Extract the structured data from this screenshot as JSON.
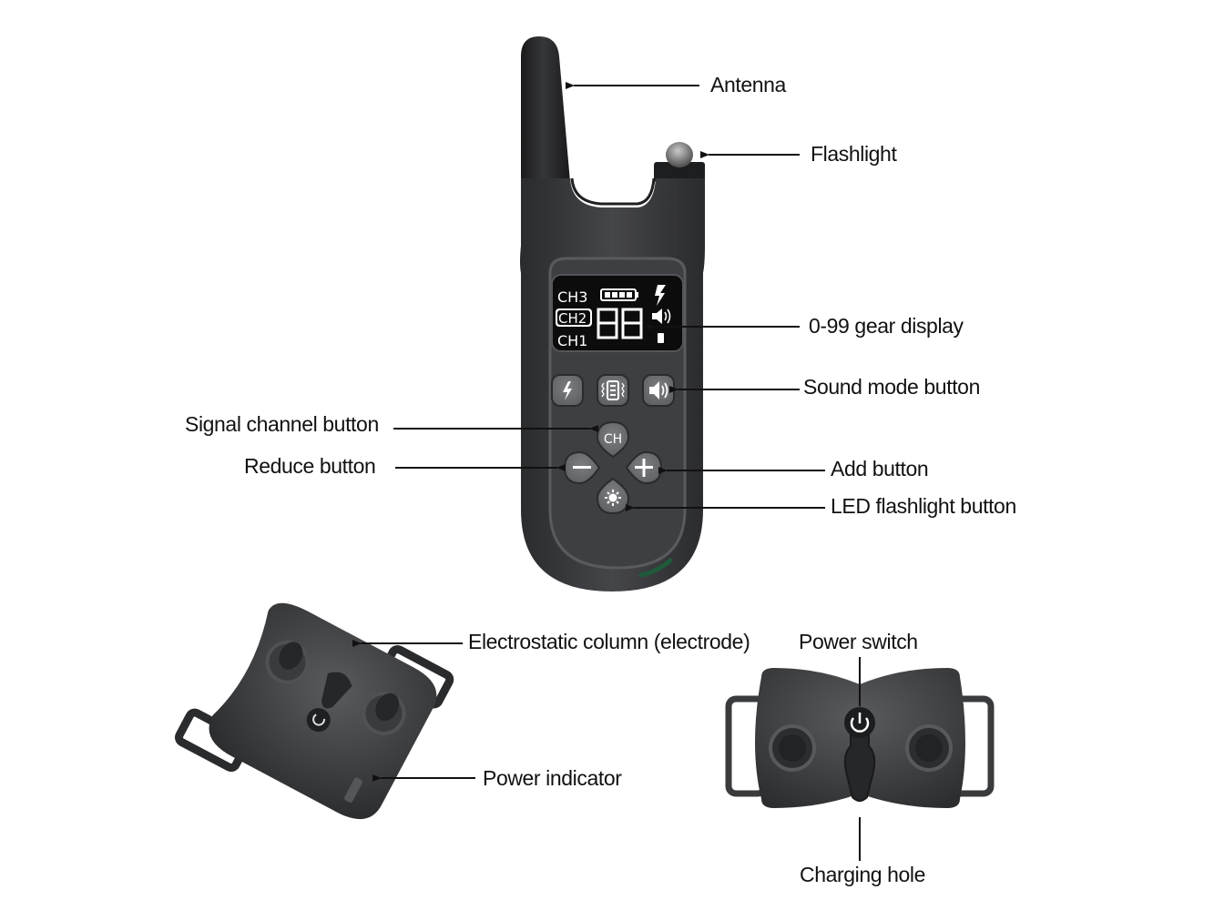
{
  "diagram": {
    "subject": "Dog training collar remote transmitter and receiver",
    "remote": {
      "screen": {
        "channels": [
          "CH3",
          "CH2",
          "CH1"
        ],
        "selected_channel": "CH2",
        "digits": "88",
        "mode_icons": [
          "shock-icon",
          "sound-icon",
          "vibration-icon"
        ],
        "battery_icon": "battery-full-icon"
      },
      "buttons": {
        "mode_row": [
          "shock-mode-button",
          "vibration-mode-button",
          "sound-mode-button"
        ],
        "ch_label": "CH"
      }
    },
    "labels": {
      "antenna": "Antenna",
      "flashlight": "Flashlight",
      "gear_display": "0-99 gear display",
      "sound_mode": "Sound mode button",
      "signal_channel": "Signal channel button",
      "reduce": "Reduce button",
      "add": "Add button",
      "led_flashlight": "LED flashlight button",
      "electrode": "Electrostatic column (electrode)",
      "power_switch": "Power switch",
      "power_indicator": "Power indicator",
      "charging_hole": "Charging hole"
    },
    "colors": {
      "body": "#3a3b3d",
      "body_dark": "#232426",
      "panel": "#46474a",
      "button": "#6e6f72",
      "lcd": "#0c0c0c",
      "indicator_green": "#1f5a3a",
      "text": "#111111"
    }
  }
}
